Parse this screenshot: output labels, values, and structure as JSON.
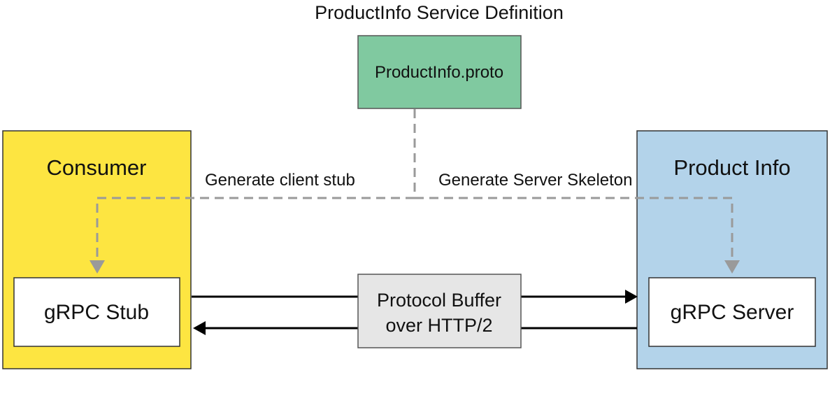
{
  "title": "ProductInfo Service Definition",
  "proto_file": "ProductInfo.proto",
  "consumer": {
    "title": "Consumer",
    "component": "gRPC Stub"
  },
  "product_info": {
    "title": "Product Info",
    "component": "gRPC Server"
  },
  "labels": {
    "generate_client": "Generate client stub",
    "generate_server": "Generate Server Skeleton"
  },
  "transport": {
    "line1": "Protocol Buffer",
    "line2": "over HTTP/2"
  },
  "colors": {
    "proto_fill": "#80c9a0",
    "consumer_fill": "#fde541",
    "product_fill": "#b3d3ea",
    "transport_fill": "#e6e6e6",
    "dashed_line": "#9a9a9a",
    "border": "#333333"
  }
}
